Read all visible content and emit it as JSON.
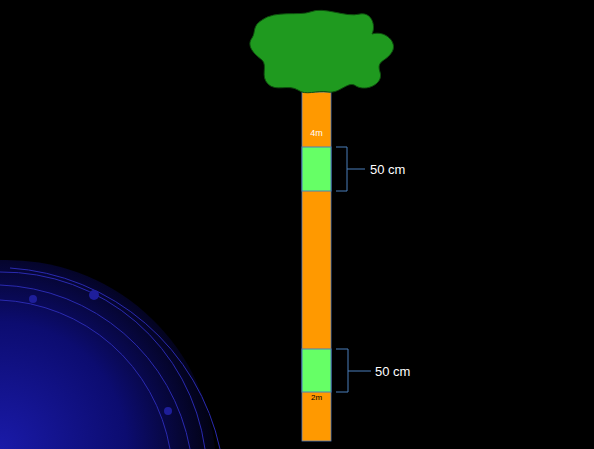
{
  "diagram": {
    "labels": [
      "4m",
      "50 cm",
      "50 cm",
      "2m"
    ]
  }
}
